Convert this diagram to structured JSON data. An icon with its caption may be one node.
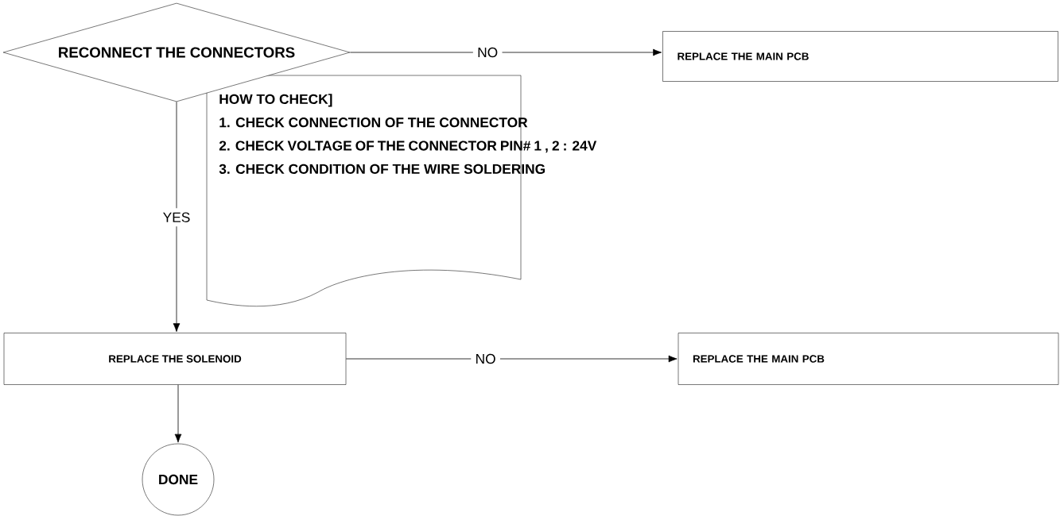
{
  "diagram": {
    "nodes": [
      {
        "text": [
          "RECONNECT THE CONNECTORS"
        ]
      },
      {
        "text": [
          "REPLACE THE MAIN PCB"
        ]
      },
      {
        "text": [
          "HOW TO CHECK]",
          "1. CHECK CONNECTION OF THE CONNECTOR",
          "2. CHECK VOLTAGE OF THE CONNECTOR PIN# 1 , 2 : 24V",
          "3. CHECK CONDITION OF THE WIRE SOLDERING"
        ]
      },
      {
        "text": [
          "REPLACE THE SOLENOID"
        ]
      },
      {
        "text": [
          "REPLACE THE MAIN PCB"
        ]
      },
      {
        "text": [
          "DONE"
        ]
      }
    ],
    "edges": [
      {
        "from": 0,
        "to": 1,
        "arrow": "to",
        "label": "NO"
      },
      {
        "from": 0,
        "to": 3,
        "arrow": "to",
        "label": "YES"
      },
      {
        "from": 3,
        "to": 4,
        "arrow": "to",
        "label": "NO"
      },
      {
        "from": 3,
        "to": 5,
        "arrow": "to"
      }
    ]
  }
}
